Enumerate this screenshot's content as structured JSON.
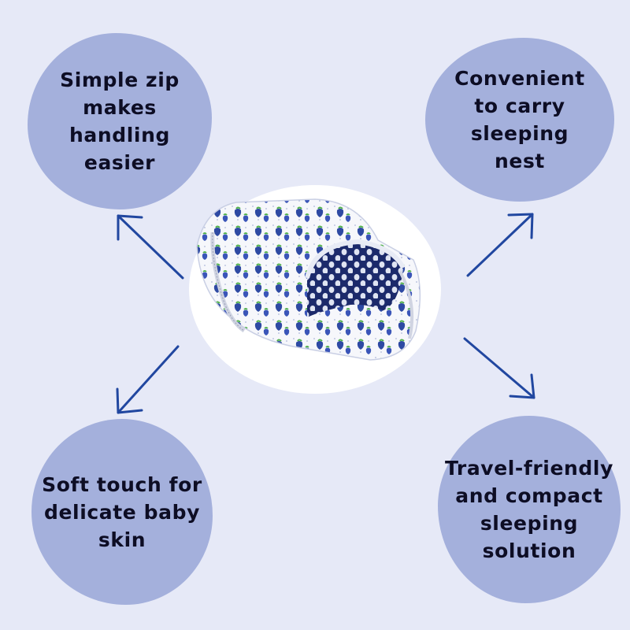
{
  "features": {
    "top_left": "Simple zip\nmakes\nhandling\neasier",
    "top_right": "Convenient\nto carry\nsleeping\nnest",
    "bottom_left": "Soft touch for\ndelicate baby\nskin",
    "bottom_right": "Travel-friendly\nand compact\nsleeping\nsolution"
  },
  "colors": {
    "background": "#e6e9f7",
    "bubble": "#a4b0dc",
    "arrow": "#2147a0",
    "text": "#0d0d24",
    "nest_outer": "#ffffff",
    "nest_print": "#2e4aa3",
    "nest_inner": "#1c2a6b"
  },
  "icons": {
    "arrow_up_left": "arrow-up-left-icon",
    "arrow_up_right": "arrow-up-right-icon",
    "arrow_down_left": "arrow-down-left-icon",
    "arrow_down_right": "arrow-down-right-icon"
  }
}
